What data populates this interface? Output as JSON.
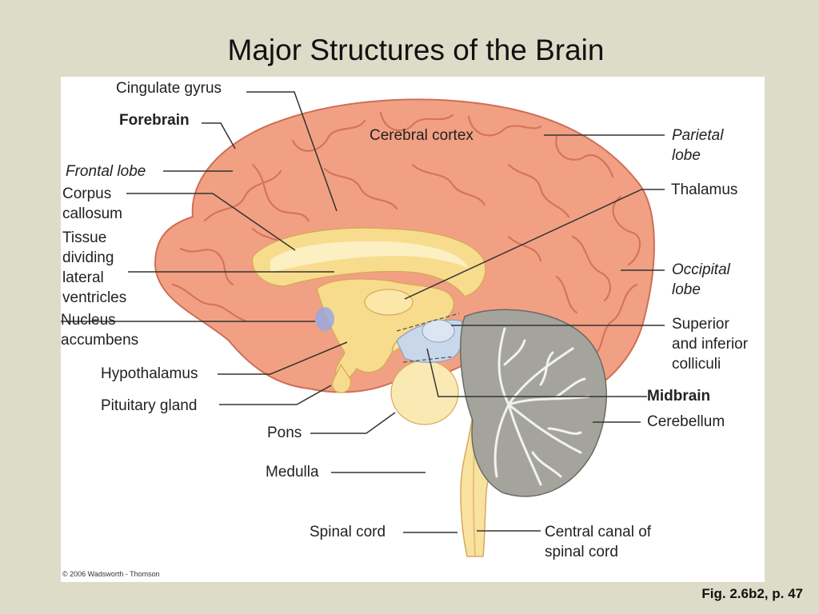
{
  "slide": {
    "title": "Major Structures of the Brain",
    "figure_ref": "Fig. 2.6b2, p. 47"
  },
  "figure": {
    "copyright": "© 2006 Wadsworth - Thomson",
    "labels": {
      "cingulate_gyrus": "Cingulate gyrus",
      "forebrain": "Forebrain",
      "cerebral_cortex": "Cerebral cortex",
      "parietal_lobe": "Parietal\nlobe",
      "frontal_lobe": "Frontal lobe",
      "thalamus": "Thalamus",
      "corpus_callosum": "Corpus\ncallosum",
      "tissue_dividing": "Tissue\ndividing\nlateral\nventricles",
      "occipital_lobe": "Occipital\nlobe",
      "nucleus_accumbens": "Nucleus\naccumbens",
      "colliculi": "Superior\nand inferior\ncolliculi",
      "hypothalamus": "Hypothalamus",
      "midbrain": "Midbrain",
      "pituitary_gland": "Pituitary gland",
      "cerebellum": "Cerebellum",
      "pons": "Pons",
      "medulla": "Medulla",
      "spinal_cord": "Spinal cord",
      "central_canal": "Central canal of\nspinal cord"
    }
  },
  "colors": {
    "cortex": "#f2a083",
    "cortex_dark": "#d9765c",
    "core": "#f8dc8e",
    "core_light": "#fcefc2",
    "colliculi": "#c8d8ea",
    "nucleus": "#9aa8e0",
    "cerebellum": "#9c9c94"
  }
}
